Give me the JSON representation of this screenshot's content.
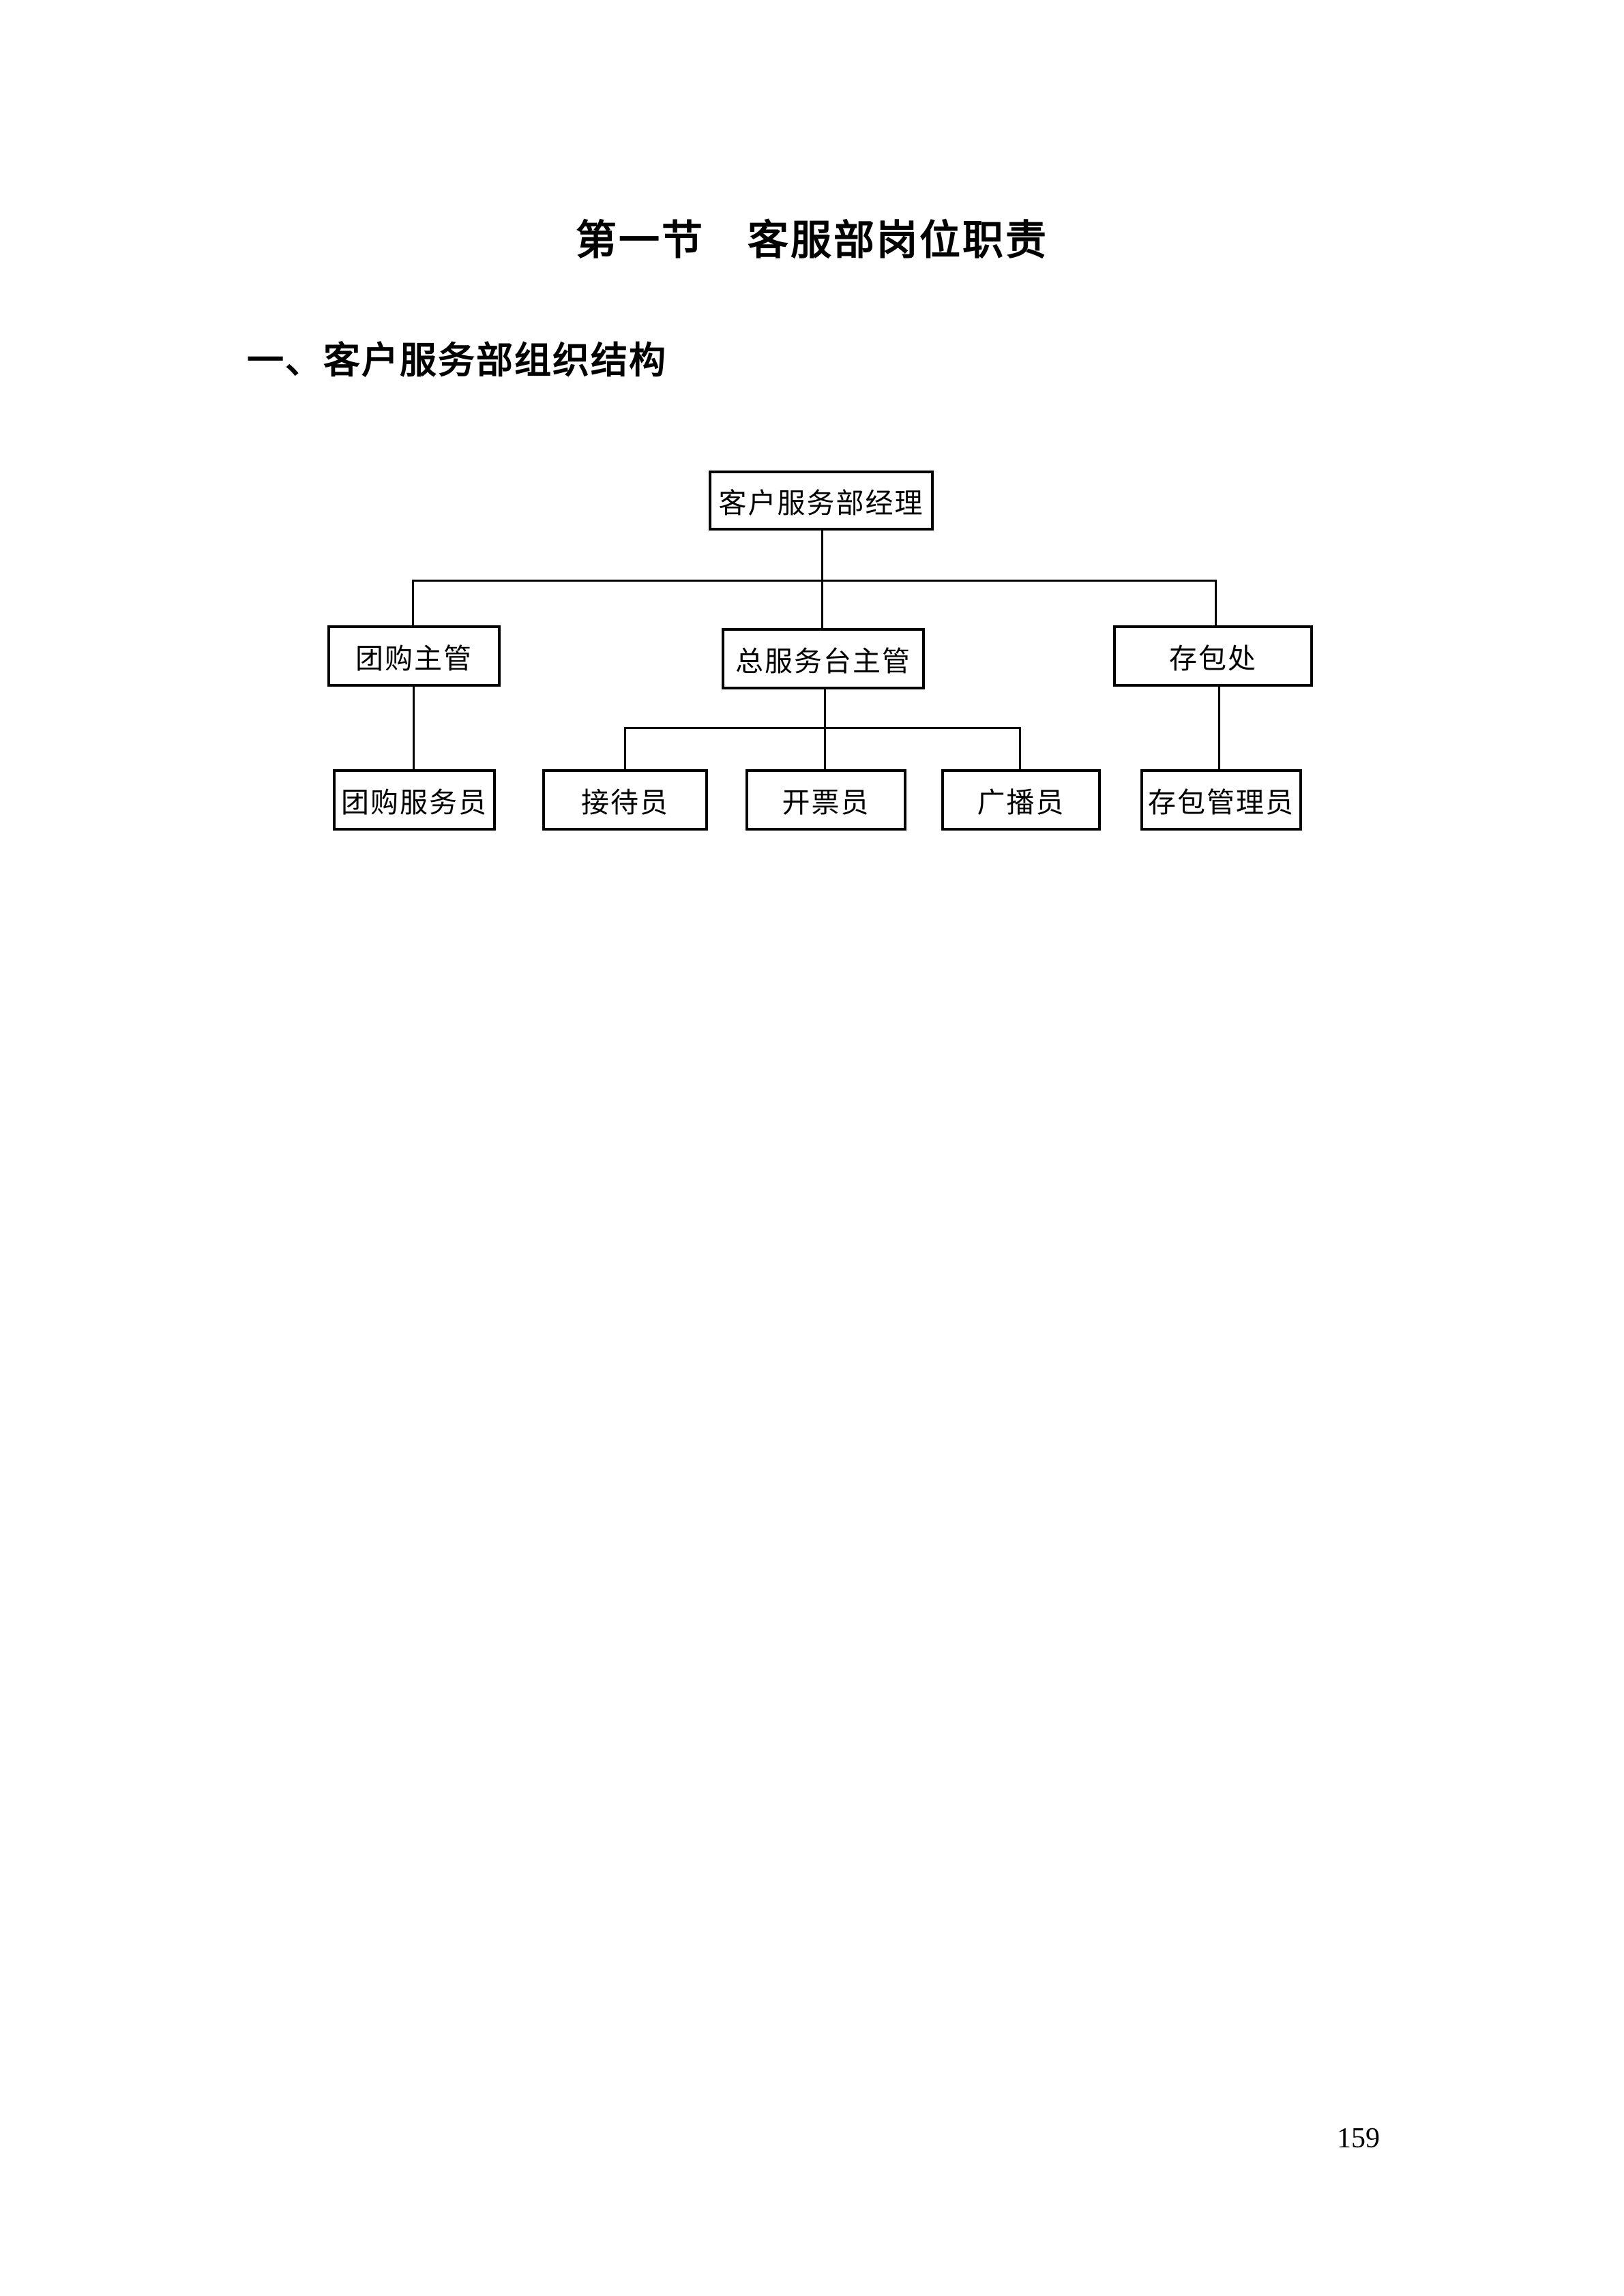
{
  "document": {
    "title": "第一节　客服部岗位职责",
    "section_heading": "一、客户服务部组织结构",
    "page_number": "159"
  },
  "org_chart": {
    "manager": {
      "label": "客户服务部经理"
    },
    "level2": [
      {
        "label": "团购主管"
      },
      {
        "label": "总服务台主管"
      },
      {
        "label": "存包处"
      }
    ],
    "level3": [
      {
        "label": "团购服务员"
      },
      {
        "label": "接待员"
      },
      {
        "label": "开票员"
      },
      {
        "label": "广播员"
      },
      {
        "label": "存包管理员"
      }
    ]
  }
}
